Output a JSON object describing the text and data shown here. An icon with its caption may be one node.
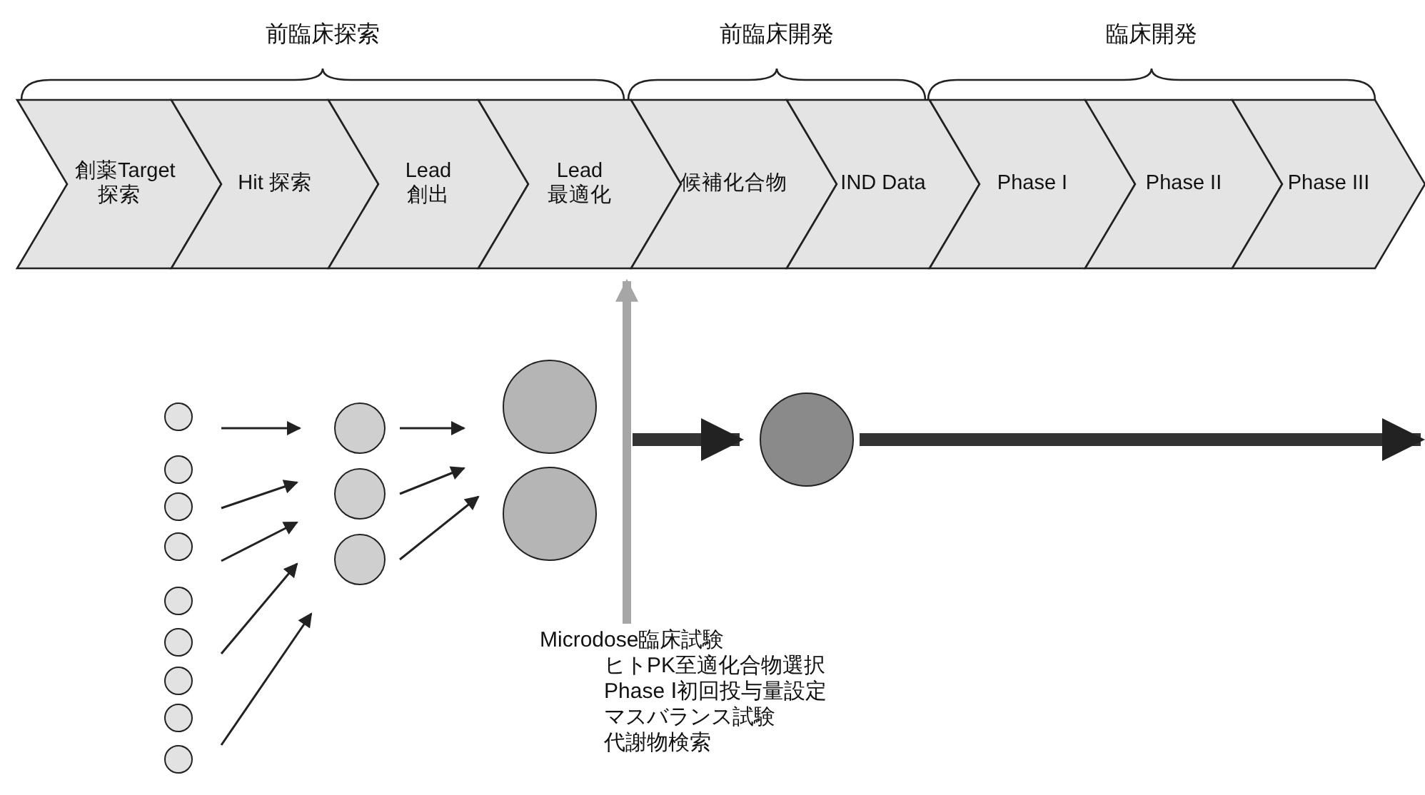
{
  "diagram": {
    "nodes": [
      {
        "text": [
          "創薬Target 探索"
        ]
      },
      {
        "text": [
          "Hit 探索"
        ]
      },
      {
        "text": [
          "Lead 創出"
        ]
      },
      {
        "text": [
          "Lead 最適化"
        ]
      },
      {
        "text": [
          "候補化合物"
        ]
      },
      {
        "text": [
          "IND Data"
        ]
      },
      {
        "text": [
          "Phase I"
        ]
      },
      {
        "text": [
          "Phase II"
        ]
      },
      {
        "text": [
          "Phase III"
        ]
      },
      {
        "text": [],
        "shape": "circle"
      },
      {
        "text": [],
        "shape": "circle"
      },
      {
        "text": [],
        "shape": "circle"
      },
      {
        "text": [],
        "shape": "circle"
      },
      {
        "text": [],
        "shape": "circle"
      },
      {
        "text": [],
        "shape": "circle"
      },
      {
        "text": [],
        "shape": "circle"
      },
      {
        "text": [],
        "shape": "circle"
      },
      {
        "text": [],
        "shape": "circle"
      },
      {
        "text": [],
        "shape": "circle"
      },
      {
        "text": [],
        "shape": "circle"
      },
      {
        "text": [],
        "shape": "circle"
      },
      {
        "text": [],
        "shape": "circle"
      },
      {
        "text": [],
        "shape": "circle"
      },
      {
        "text": [],
        "shape": "circle"
      },
      {
        "text": [
          "Microdose臨床試験",
          "ヒトPK至適化合物選択",
          "Phase Ⅰ初回投与量設定",
          "マスバランス試験",
          "代謝物検索"
        ]
      }
    ],
    "edges": [
      {
        "from": 9,
        "to": 18,
        "arrow": "to"
      },
      {
        "from": 11,
        "to": 19,
        "arrow": "to"
      },
      {
        "from": 12,
        "to": 19,
        "arrow": "to"
      },
      {
        "from": 14,
        "to": 20,
        "arrow": "to"
      },
      {
        "from": 16,
        "to": 20,
        "arrow": "to"
      },
      {
        "from": 18,
        "to": 21,
        "arrow": "to"
      },
      {
        "from": 19,
        "to": 21,
        "arrow": "to"
      },
      {
        "from": 20,
        "to": 22,
        "arrow": "to"
      },
      {
        "from": 24,
        "to": 3,
        "arrow": "to",
        "color": "#a6a6a6",
        "style": "thick"
      },
      {
        "from": null,
        "to": 23,
        "arrow": "to",
        "style": "thick"
      },
      {
        "from": 23,
        "to": null,
        "arrow": "to",
        "style": "thick"
      }
    ],
    "labels": [
      "前臨床探索",
      "前臨床開発",
      "臨床開発"
    ]
  }
}
